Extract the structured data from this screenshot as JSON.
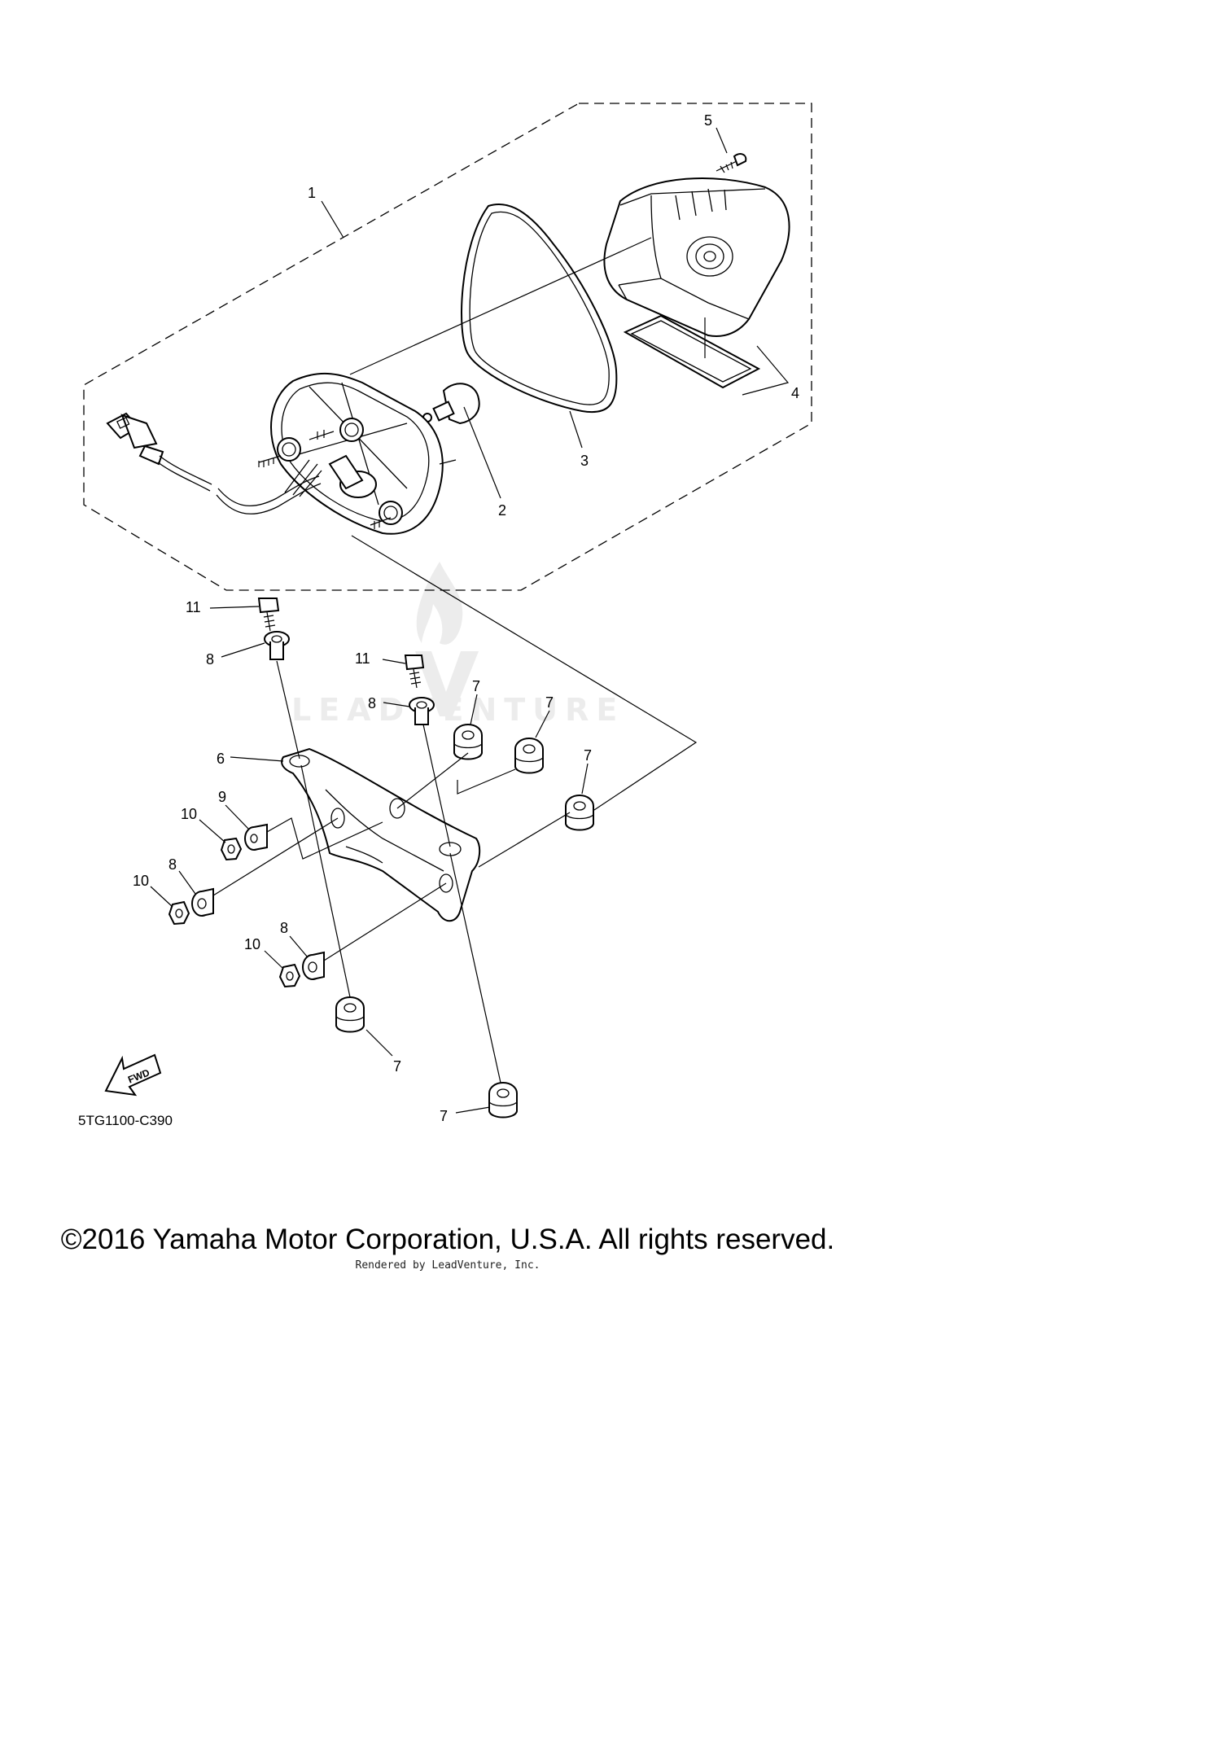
{
  "diagram_code": "5TG1100-C390",
  "fwd_label": "FWD",
  "watermark_text": "LEADVENTURE",
  "copyright": "©2016 Yamaha Motor Corporation, U.S.A. All rights reserved.",
  "rendered_by": "Rendered by LeadVenture, Inc.",
  "callouts": {
    "c1": "1",
    "c2": "2",
    "c3": "3",
    "c4": "4",
    "c5": "5",
    "c6": "6",
    "c7a": "7",
    "c7b": "7",
    "c7c": "7",
    "c7d": "7",
    "c7e": "7",
    "c8a": "8",
    "c8b": "8",
    "c8c": "8",
    "c8d": "8",
    "c9": "9",
    "c10a": "10",
    "c10b": "10",
    "c10c": "10",
    "c11a": "11",
    "c11b": "11"
  }
}
